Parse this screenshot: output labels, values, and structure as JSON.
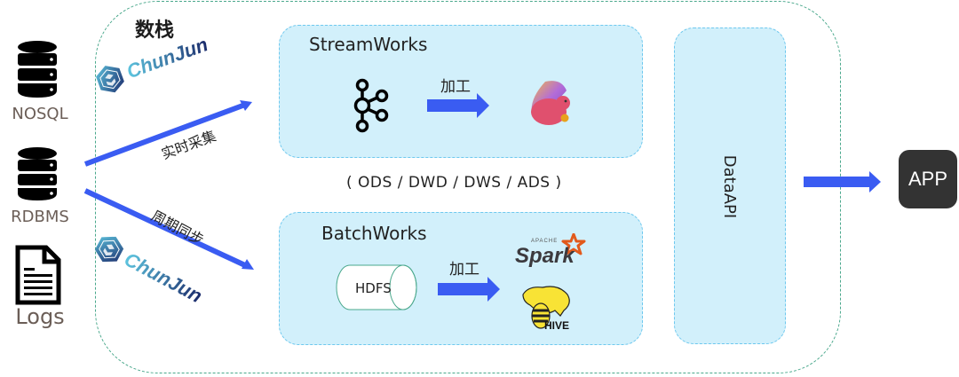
{
  "diagram": {
    "title": "数栈",
    "sources": [
      {
        "label": "NOSQL",
        "icon": "database-icon"
      },
      {
        "label": "RDBMS",
        "icon": "database-icon"
      },
      {
        "label": "Logs",
        "icon": "document-icon"
      }
    ],
    "connectors": [
      {
        "tool": "ChunJun",
        "label": "实时采集",
        "target": "StreamWorks"
      },
      {
        "tool": "ChunJun",
        "label": "周期同步",
        "target": "BatchWorks"
      }
    ],
    "stream_panel": {
      "title": "StreamWorks",
      "source_icon": "kafka-icon",
      "process_label": "加工",
      "engine_icon": "flink-icon"
    },
    "layers_text": "( ODS / DWD / DWS / ADS )",
    "batch_panel": {
      "title": "BatchWorks",
      "storage_label": "HDFS",
      "process_label": "加工",
      "engines": [
        {
          "name": "Spark",
          "caption": "APACHE",
          "icon": "spark-icon"
        },
        {
          "name": "HIVE",
          "icon": "hive-icon"
        }
      ]
    },
    "api_panel": {
      "label": "DataAPI"
    },
    "consumer": {
      "label": "APP"
    },
    "colors": {
      "arrow": "#3a5cf2",
      "panel_fill": "#d2f0fb",
      "panel_border": "#6ec8ee",
      "outer_border": "#4aa88c",
      "app_bg": "#333333"
    }
  }
}
